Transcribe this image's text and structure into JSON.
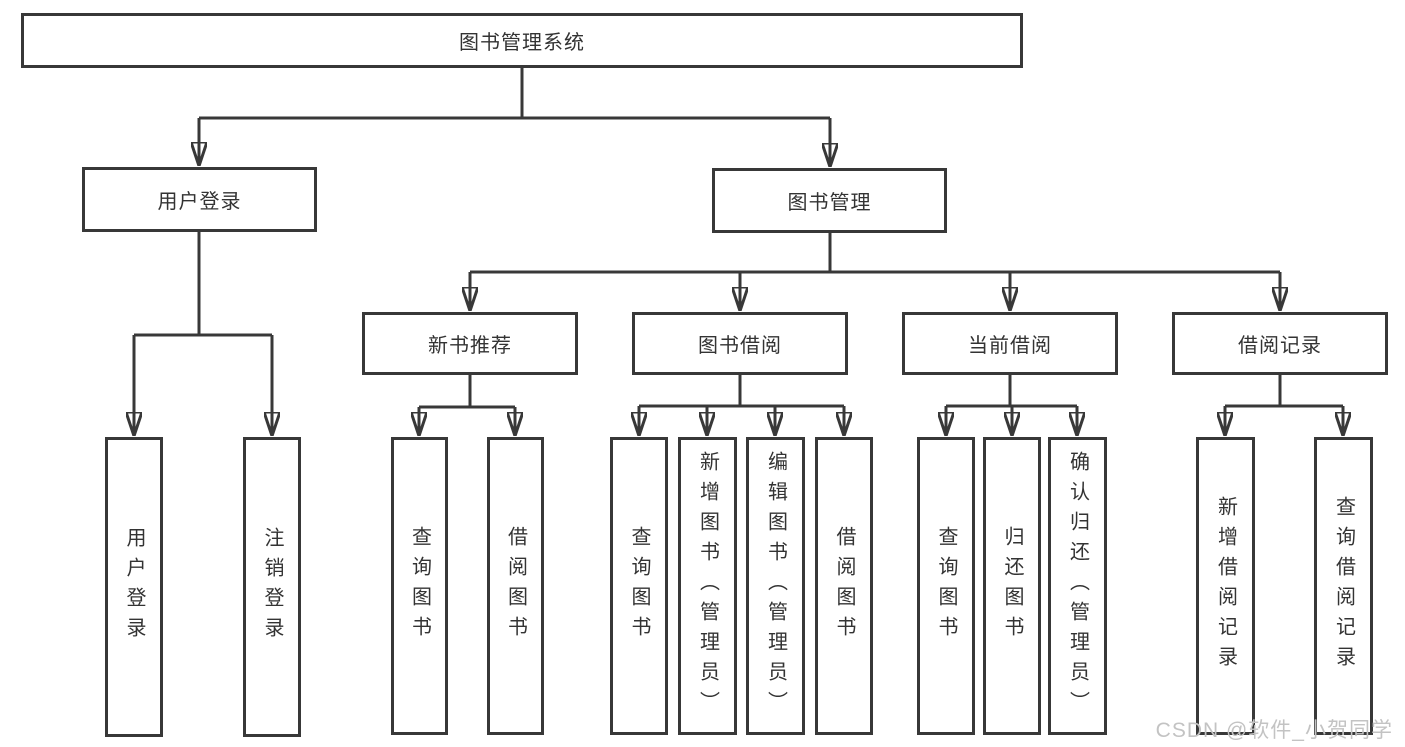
{
  "diagram": {
    "root": {
      "label": "图书管理系统"
    },
    "level2": [
      {
        "id": "user-login",
        "label": "用户登录"
      },
      {
        "id": "book-management",
        "label": "图书管理"
      }
    ],
    "level3": [
      {
        "id": "new-book-recommend",
        "label": "新书推荐"
      },
      {
        "id": "book-borrowing",
        "label": "图书借阅"
      },
      {
        "id": "current-borrowing",
        "label": "当前借阅"
      },
      {
        "id": "borrowing-records",
        "label": "借阅记录"
      }
    ],
    "leaves": {
      "user_login": [
        {
          "label": "用户登录"
        },
        {
          "label": "注销登录"
        }
      ],
      "new_book": [
        {
          "label": "查询图书"
        },
        {
          "label": "借阅图书"
        }
      ],
      "borrowing": [
        {
          "label": "查询图书"
        },
        {
          "label": "新增图书（管理员）"
        },
        {
          "label": "编辑图书（管理员）"
        },
        {
          "label": "借阅图书"
        }
      ],
      "current": [
        {
          "label": "查询图书"
        },
        {
          "label": "归还图书"
        },
        {
          "label": "确认归还（管理员）"
        }
      ],
      "records": [
        {
          "label": "新增借阅记录"
        },
        {
          "label": "查询借阅记录"
        }
      ]
    }
  },
  "watermark": {
    "text": "CSDN @软件_小贺同学"
  },
  "colors": {
    "line": "#383838",
    "box_border": "#383838",
    "box_fill": "#ffffff",
    "text": "#333333",
    "watermark": "#c3c3c3",
    "background": "#ffffff"
  }
}
